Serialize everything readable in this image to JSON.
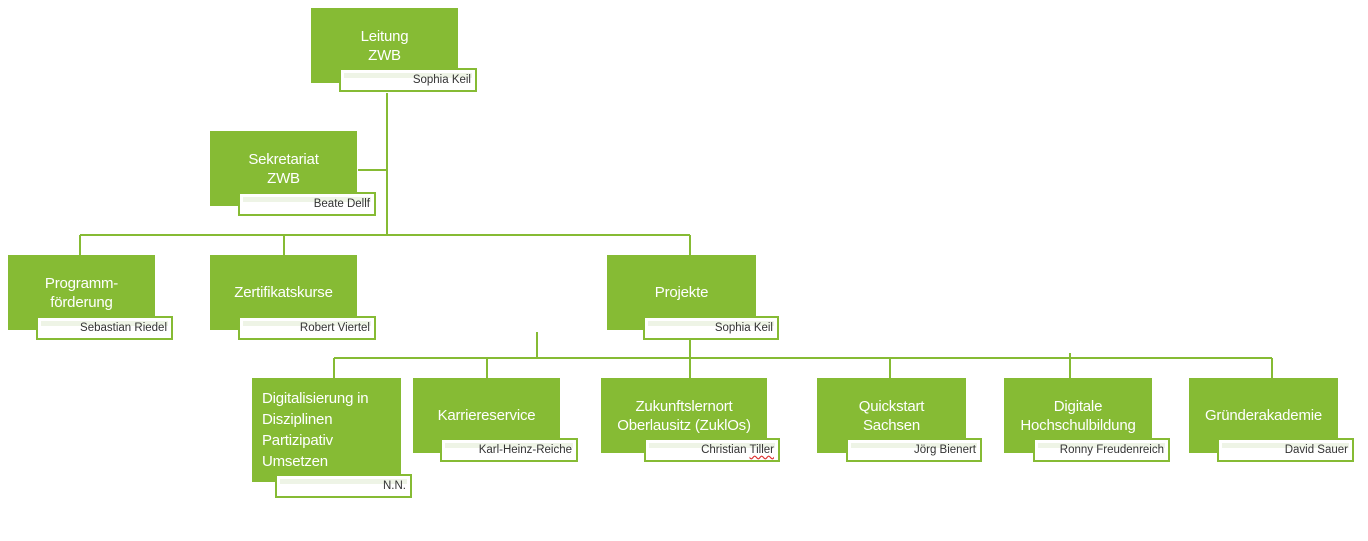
{
  "chart": {
    "leitung": {
      "title": "Leitung\nZWB",
      "person": "Sophia Keil"
    },
    "sekretariat": {
      "title": "Sekretariat\nZWB",
      "person": "Beate Dellf"
    },
    "programm": {
      "title": "Programm-\nförderung",
      "person": "Sebastian Riedel"
    },
    "zertifikat": {
      "title": "Zertifikatskurse",
      "person": "Robert Viertel"
    },
    "projekte": {
      "title": "Projekte",
      "person": "Sophia Keil"
    },
    "digitalisierung": {
      "title": "Digitalisierung in\nDisziplinen\nPartizipativ\nUmsetzen",
      "person": "N.N."
    },
    "karriere": {
      "title": "Karriereservice",
      "person": "Karl-Heinz-Reiche"
    },
    "zukunft": {
      "title": "Zukunftslernort\nOberlausitz (ZuklOs)",
      "person_first": "Christian",
      "person_last": "Tiller"
    },
    "quickstart": {
      "title": "Quickstart\nSachsen",
      "person": "Jörg Bienert"
    },
    "hochschul": {
      "title": "Digitale\nHochschulbildung",
      "person": "Ronny Freudenreich"
    },
    "gruender": {
      "title": "Gründerakademie",
      "person": "David Sauer"
    }
  },
  "colors": {
    "box": "#86bb34",
    "line": "#86bb34",
    "text_on_box": "#ffffff",
    "person_text": "#333333"
  }
}
